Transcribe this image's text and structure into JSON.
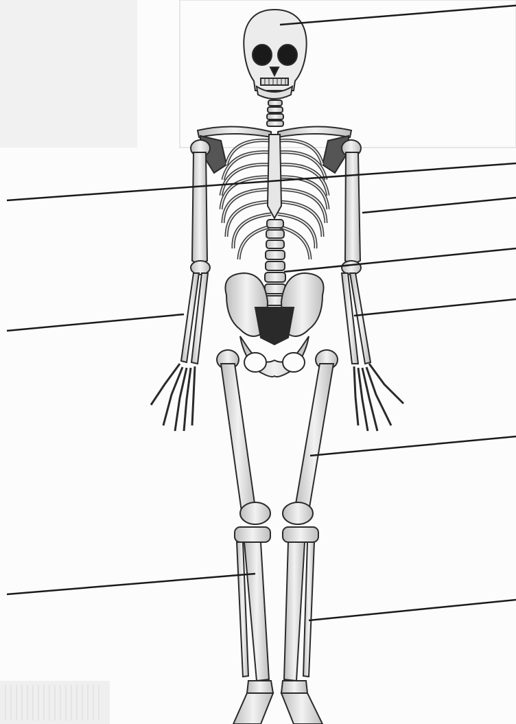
{
  "diagram": {
    "subject": "human-skeleton-anterior-view",
    "style": "grayscale-illustration",
    "label_count": 10,
    "labels": [
      {
        "id": "skull",
        "text": ""
      },
      {
        "id": "rib-cage",
        "text": ""
      },
      {
        "id": "humerus",
        "text": ""
      },
      {
        "id": "vertebral-column",
        "text": ""
      },
      {
        "id": "ulna",
        "text": ""
      },
      {
        "id": "radius",
        "text": ""
      },
      {
        "id": "femur",
        "text": ""
      },
      {
        "id": "tibia",
        "text": ""
      },
      {
        "id": "fibula",
        "text": ""
      },
      {
        "id": "forearm-left",
        "text": ""
      }
    ]
  },
  "colors": {
    "paper": "#fcfcfc",
    "bone": "#ebebeb",
    "outline": "#2a2a2a",
    "shadow": "#3a3a3a",
    "leader_line": "#1a1a1a"
  }
}
